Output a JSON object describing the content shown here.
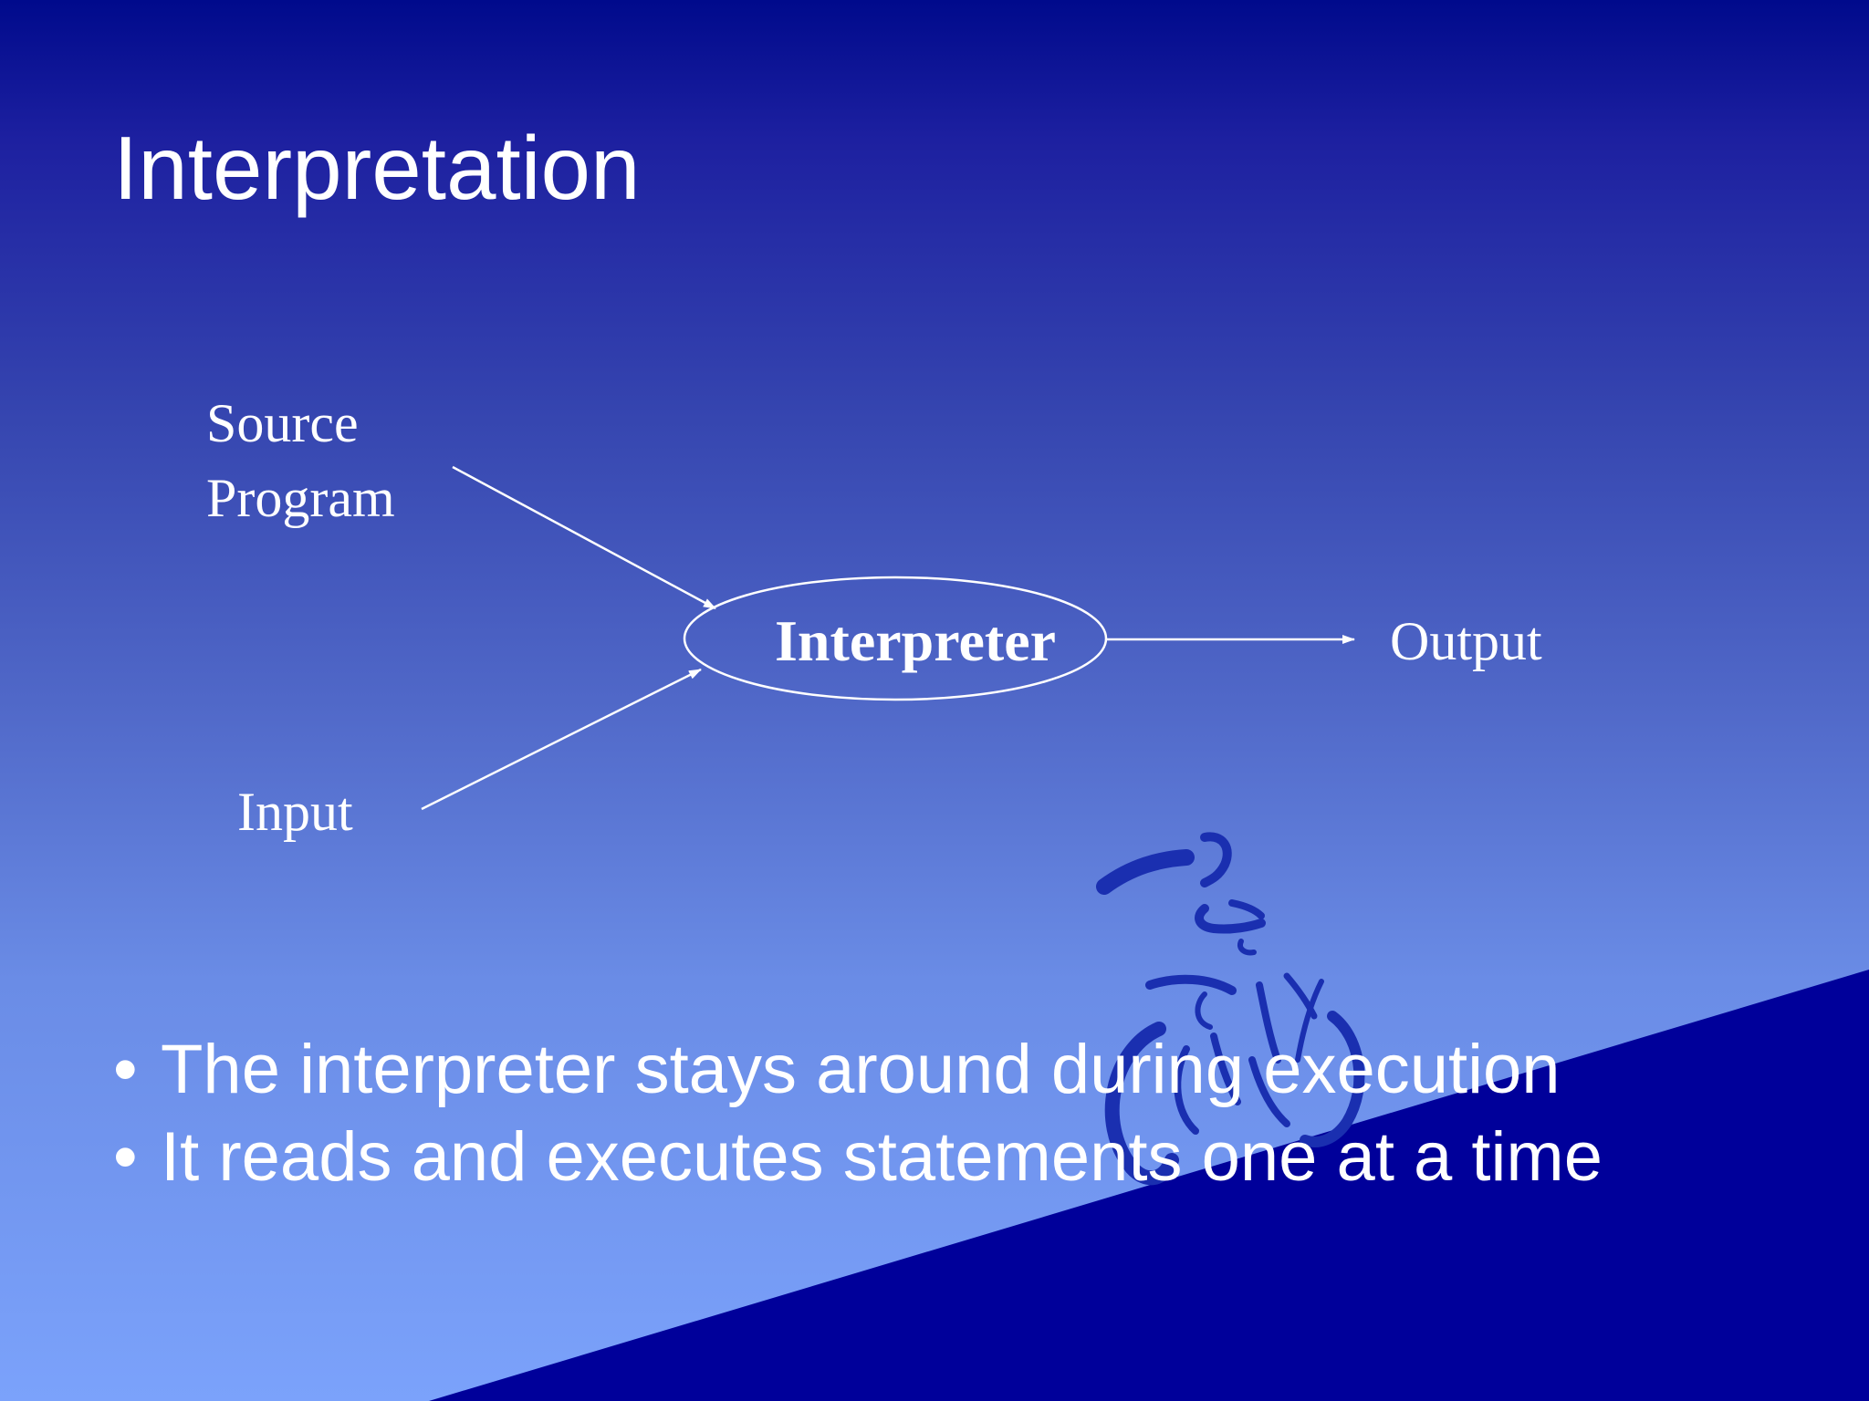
{
  "slide": {
    "title": "Interpretation",
    "colors": {
      "background_top": "#000a8c",
      "background_bottom": "#7ba2fb",
      "wedge": "#00009a",
      "text": "#ffffff",
      "logo": "#1a2fb0"
    }
  },
  "diagram": {
    "source_line1": "Source",
    "source_line2": "Program",
    "input_label": "Input",
    "interpreter_label": "Interpreter",
    "output_label": "Output"
  },
  "bullets": [
    "The interpreter stays around during execution",
    "It reads and executes statements one at a time"
  ],
  "bullet_glyph": "•",
  "logo_icon": "cyclist-icon"
}
